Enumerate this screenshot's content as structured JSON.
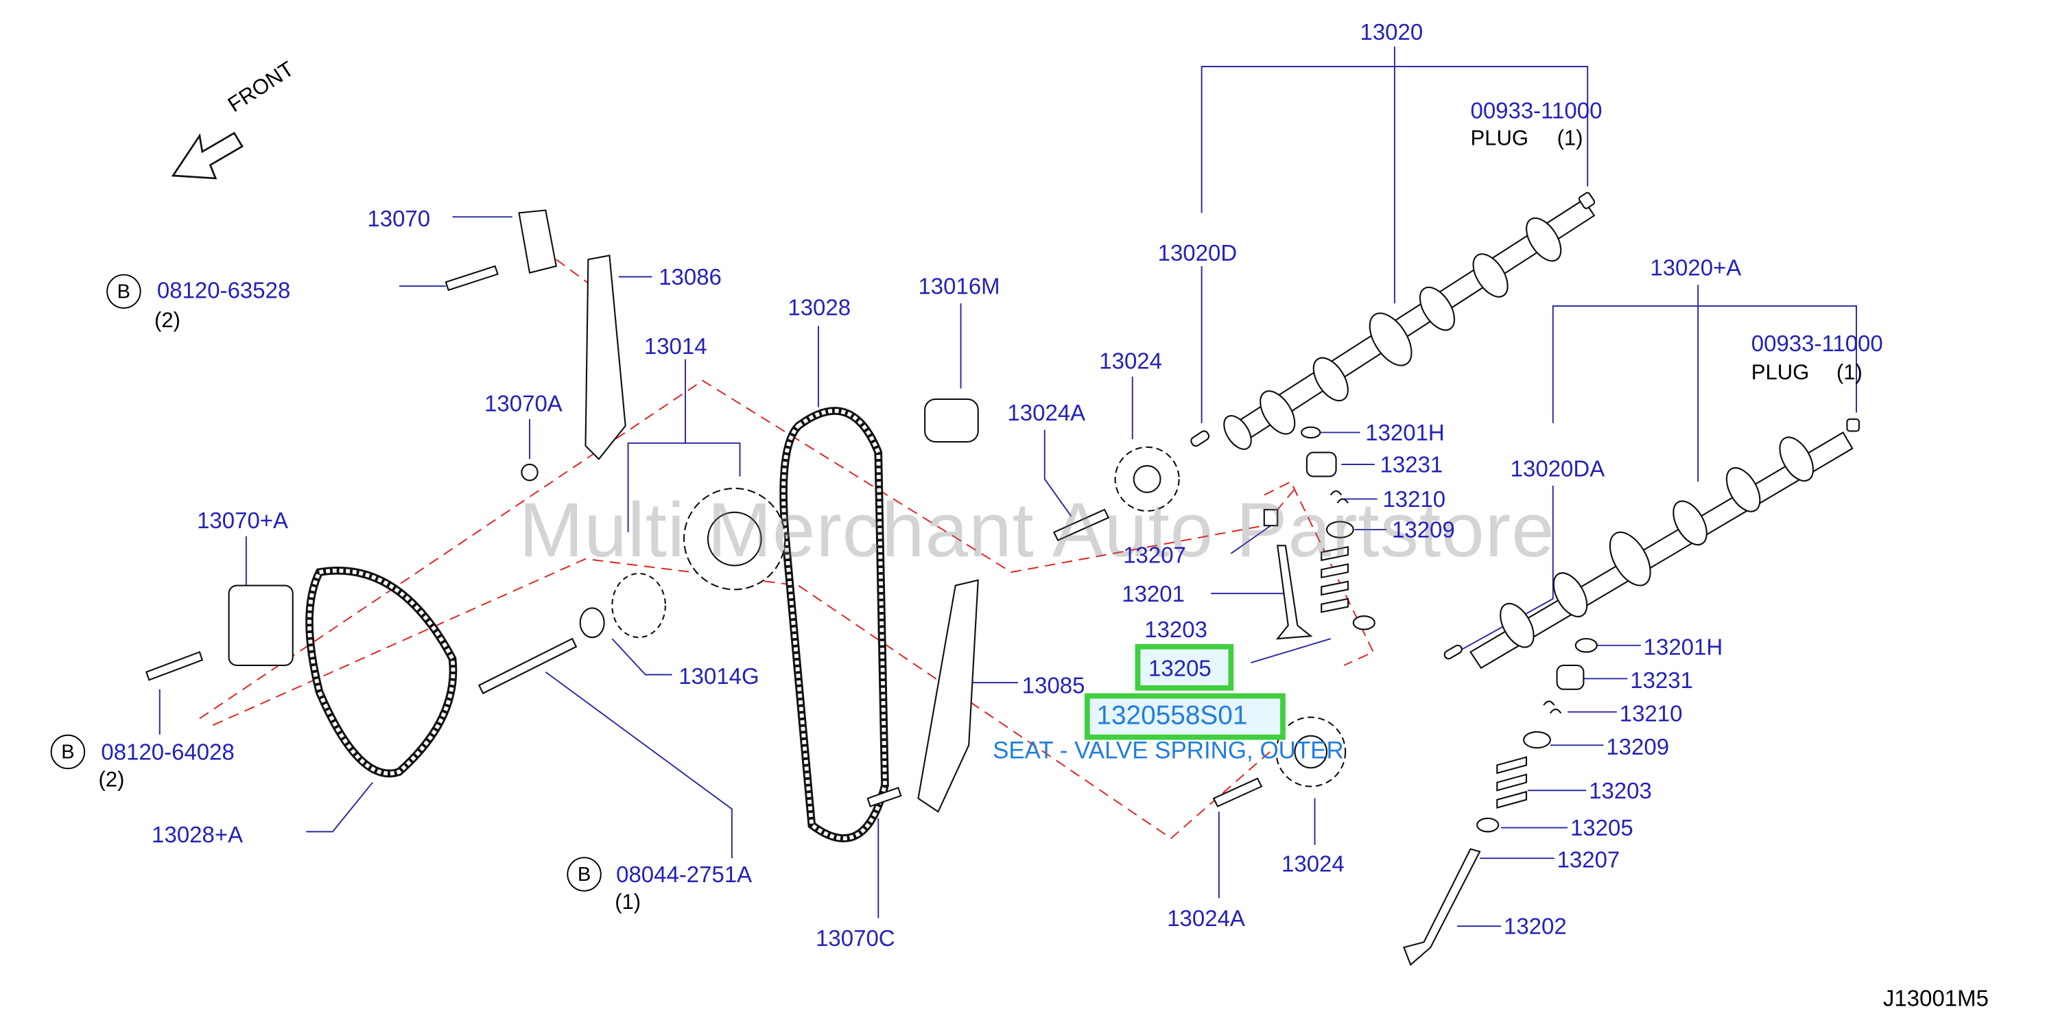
{
  "front_label": "FRONT",
  "watermark": "Multi Merchant Auto Partstore",
  "diagram_code": "J13001M5",
  "labels": {
    "p13020": "13020",
    "p00933a": "00933-11000",
    "plug_a": "PLUG",
    "plug_a_qty": "(1)",
    "p13020D": "13020D",
    "p13020A": "13020+A",
    "p00933b": "00933-11000",
    "plug_b": "PLUG",
    "plug_b_qty": "(1)",
    "p13020DA": "13020DA",
    "p13070": "13070",
    "b1_circle": "B",
    "p08120_63528": "08120-63528",
    "q_63528": "(2)",
    "p13086": "13086",
    "p13014": "13014",
    "p13028": "13028",
    "p13016M": "13016M",
    "p13024_top": "13024",
    "p13024A_top": "13024A",
    "p13070A": "13070A",
    "p13070plusA": "13070+A",
    "p13201H_a": "13201H",
    "p13231_a": "13231",
    "p13210_a": "13210",
    "p13209_a": "13209",
    "p13207_a": "13207",
    "p13201": "13201",
    "p13203_a": "13203",
    "p13205_hl": "13205",
    "p1320558S01": "1320558S01",
    "seat_desc": "SEAT - VALVE SPRING, OUTER",
    "p13014G": "13014G",
    "p13085": "13085",
    "b2_circle": "B",
    "p08120_64028": "08120-64028",
    "q_64028": "(2)",
    "p13028A": "13028+A",
    "b3_circle": "B",
    "p08044": "08044-2751A",
    "q_08044": "(1)",
    "p13070C": "13070C",
    "p13024_bot": "13024",
    "p13024A_bot": "13024A",
    "p13201H_b": "13201H",
    "p13231_b": "13231",
    "p13210_b": "13210",
    "p13209_b": "13209",
    "p13203_b": "13203",
    "p13205_b": "13205",
    "p13207_b": "13207",
    "p13202": "13202"
  },
  "colors": {
    "label": "#2222b8",
    "highlight_border": "#3fcf3f",
    "description": "#1f7de0",
    "dashed_line": "#e02020"
  }
}
